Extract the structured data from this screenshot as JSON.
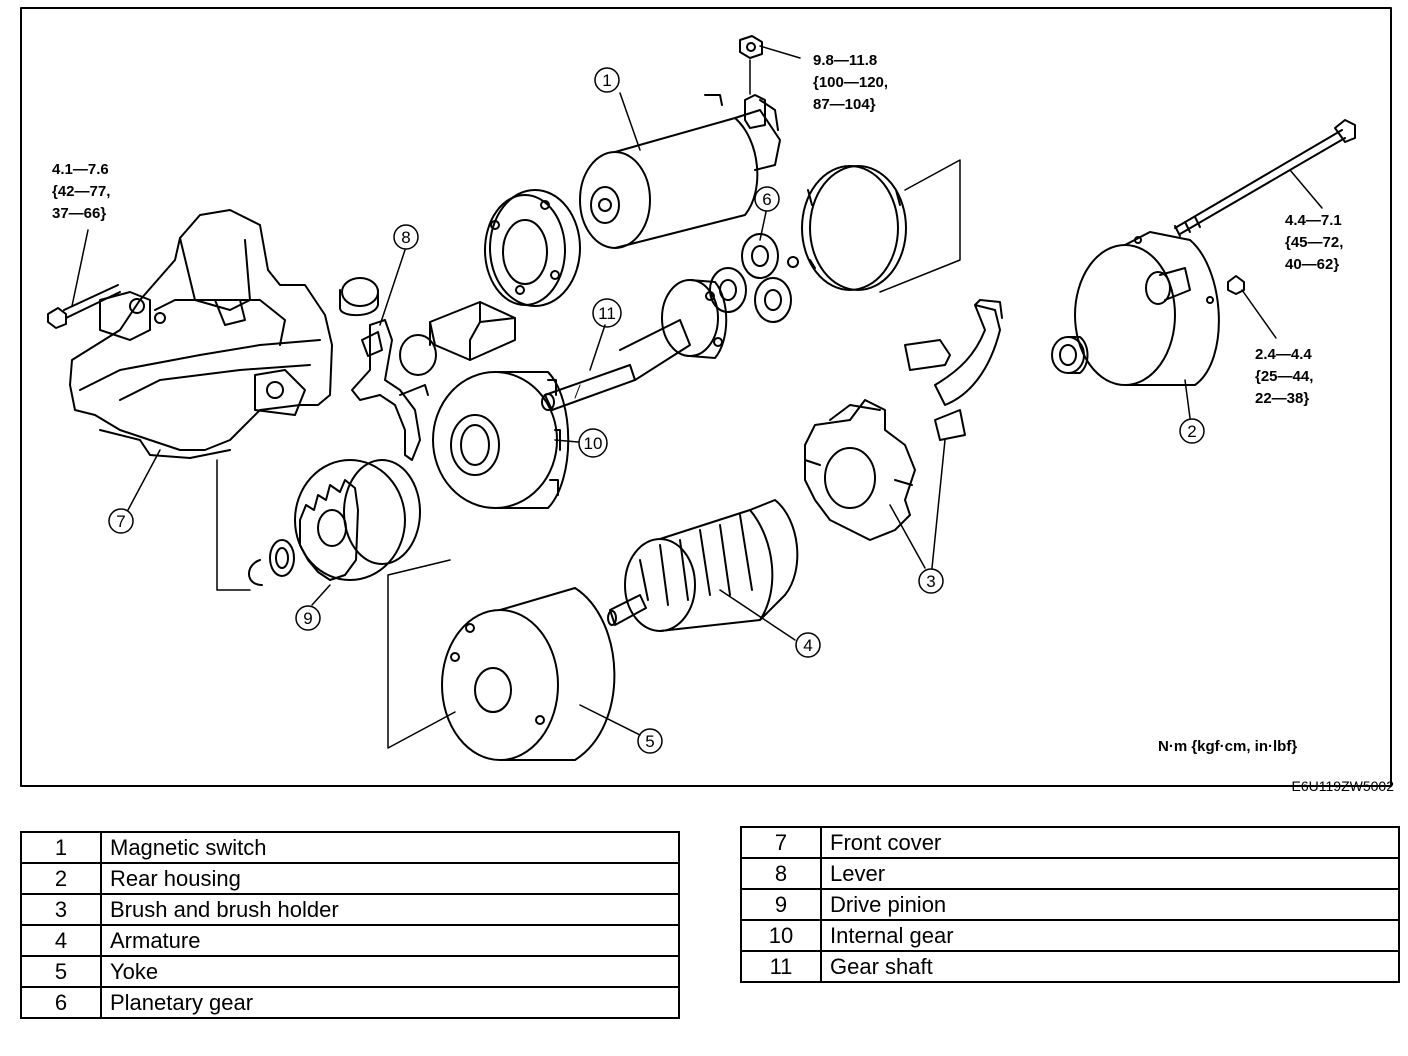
{
  "figure": {
    "code": "E6U119ZW5002",
    "unit_note": "N·m {kgf·cm, in·lbf}"
  },
  "torques": [
    {
      "lines": [
        "9.8—11.8",
        "{100—120,",
        "87—104}"
      ]
    },
    {
      "lines": [
        "4.1—7.6",
        "{42—77,",
        "37—66}"
      ]
    },
    {
      "lines": [
        "4.4—7.1",
        "{45—72,",
        "40—62}"
      ]
    },
    {
      "lines": [
        "2.4—4.4",
        "{25—44,",
        "22—38}"
      ]
    }
  ],
  "callouts": [
    "1",
    "2",
    "3",
    "4",
    "5",
    "6",
    "7",
    "8",
    "9",
    "10",
    "11"
  ],
  "legend_left": [
    {
      "num": "1",
      "name": "Magnetic switch"
    },
    {
      "num": "2",
      "name": "Rear housing"
    },
    {
      "num": "3",
      "name": "Brush and brush holder"
    },
    {
      "num": "4",
      "name": "Armature"
    },
    {
      "num": "5",
      "name": "Yoke"
    },
    {
      "num": "6",
      "name": "Planetary gear"
    }
  ],
  "legend_right": [
    {
      "num": "7",
      "name": "Front cover"
    },
    {
      "num": "8",
      "name": "Lever"
    },
    {
      "num": "9",
      "name": "Drive pinion"
    },
    {
      "num": "10",
      "name": "Internal gear"
    },
    {
      "num": "11",
      "name": "Gear shaft"
    }
  ]
}
